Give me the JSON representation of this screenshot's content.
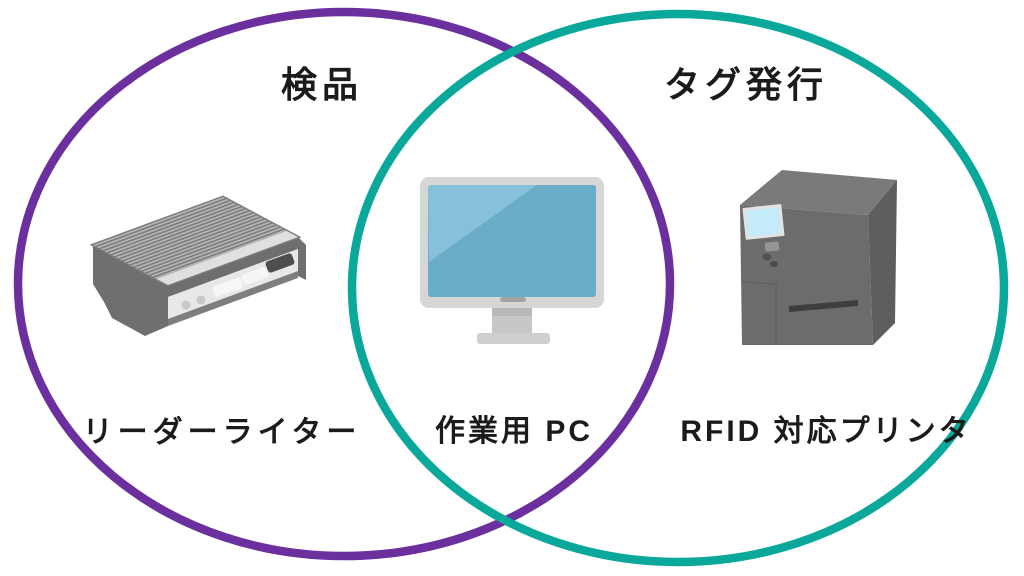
{
  "diagram": {
    "type": "venn-2-sets",
    "left_set": {
      "label": "検品",
      "circle_color": "#6C2F9E",
      "item": {
        "label": "リーダーライター",
        "icon": "rfid-reader-writer-icon"
      }
    },
    "right_set": {
      "label": "タグ発行",
      "circle_color": "#0AA89A",
      "item": {
        "label": "RFID 対応プリンタ",
        "icon": "rfid-printer-icon"
      }
    },
    "intersection": {
      "item": {
        "label": "作業用 PC",
        "icon": "desktop-pc-icon"
      }
    },
    "colors": {
      "background": "#FFFFFF",
      "text": "#1B1B1B",
      "left_circle": "#6C2F9E",
      "right_circle": "#0AA89A",
      "pc_screen": "#6BADC9",
      "pc_screen_highlight": "#86C1D9",
      "printer_screen": "#C4EBF9",
      "device_gray_dark": "#6C6C6C",
      "device_gray_light": "#E8E8E8"
    }
  }
}
